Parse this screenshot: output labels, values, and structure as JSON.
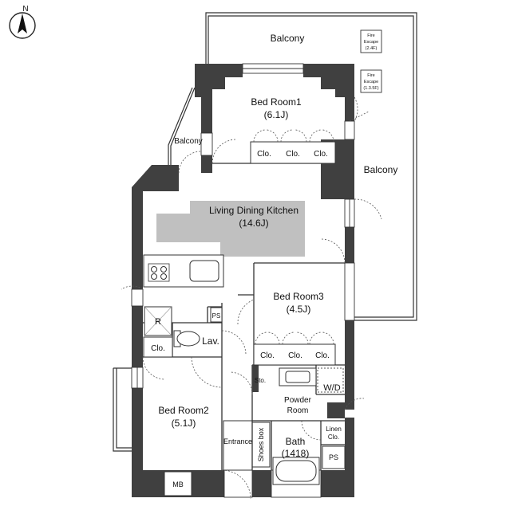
{
  "north": {
    "label": "N"
  },
  "rooms": {
    "balcony_top": "Balcony",
    "balcony_right": "Balcony",
    "balcony_left": "Balcony",
    "bedroom1": {
      "name": "Bed Room1",
      "size": "(6.1J)"
    },
    "ldk": {
      "name": "Living Dining Kitchen",
      "size": "(14.6J)"
    },
    "bedroom3": {
      "name": "Bed Room3",
      "size": "(4.5J)"
    },
    "bedroom2": {
      "name": "Bed Room2",
      "size": "(5.1J)"
    },
    "powder": {
      "line1": "Powder",
      "line2": "Room"
    },
    "bath": {
      "name": "Bath",
      "size": "(1418)"
    },
    "entrance": "Entrance",
    "shoes_box": "Shoes box",
    "linen": {
      "line1": "Linen",
      "line2": "Clo."
    },
    "lav": "Lav.",
    "wd": "W/D",
    "sto": "Sto.",
    "ps": "PS",
    "mb": "MB",
    "r": "R"
  },
  "closet_label": "Clo.",
  "fire_escape": [
    {
      "line1": "Fire",
      "line2": "Escape",
      "line3": "(2.4F)"
    },
    {
      "line1": "Fire",
      "line2": "Escape",
      "line3": "(1.3.5F)"
    }
  ],
  "colors": {
    "wall": "#404040",
    "shade": "#c0c0c0",
    "line": "#333333"
  }
}
